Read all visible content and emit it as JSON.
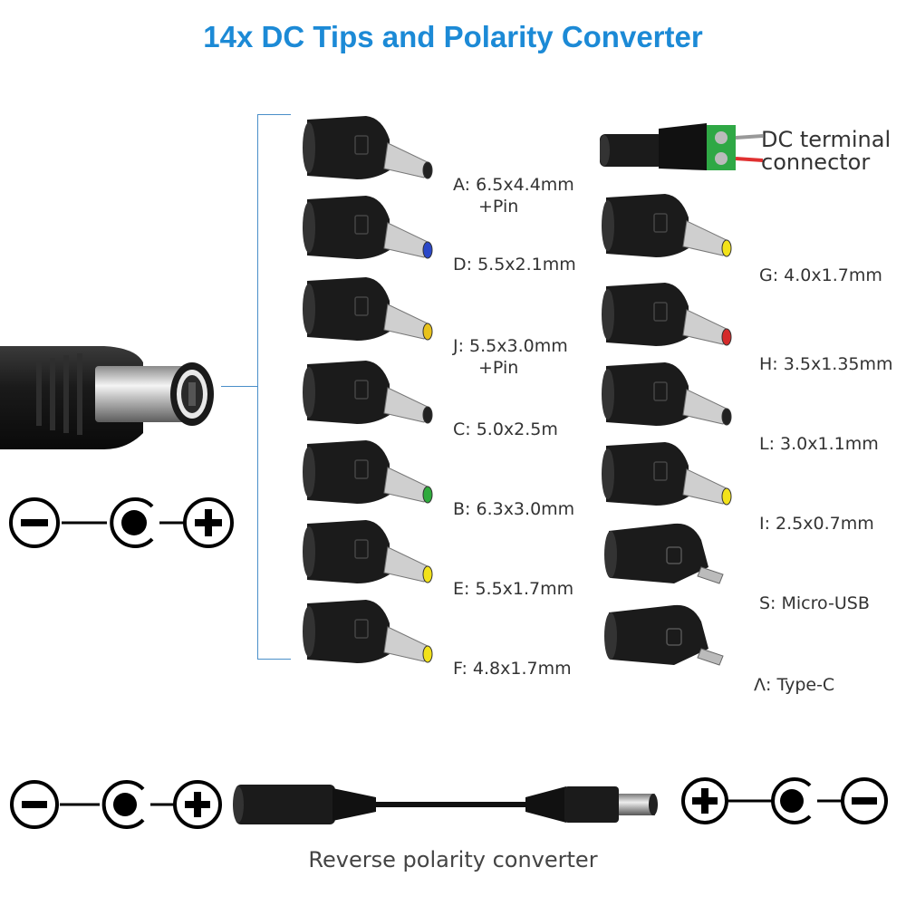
{
  "title": "14x DC Tips and Polarity Converter",
  "colors": {
    "title": "#1c8ad6",
    "bracket": "#4a8fc9"
  },
  "icons": [
    "minus-icon",
    "center-positive-icon",
    "plus-icon",
    "center-negative-icon"
  ],
  "left_tips": [
    {
      "code": "A",
      "label": "A: 6.5x4.4mm",
      "sub": "+Pin",
      "tip_color": "#222222"
    },
    {
      "code": "D",
      "label": "D: 5.5x2.1mm",
      "sub": "",
      "tip_color": "#2a47c8"
    },
    {
      "code": "J",
      "label": "J: 5.5x3.0mm",
      "sub": "+Pin",
      "tip_color": "#e8c21b"
    },
    {
      "code": "C",
      "label": "C: 5.0x2.5m",
      "sub": "",
      "tip_color": "#222222"
    },
    {
      "code": "B",
      "label": "B: 6.3x3.0mm",
      "sub": "",
      "tip_color": "#2faa3c"
    },
    {
      "code": "E",
      "label": "E: 5.5x1.7mm",
      "sub": "",
      "tip_color": "#f2e21a"
    },
    {
      "code": "F",
      "label": "F: 4.8x1.7mm",
      "sub": "",
      "tip_color": "#f2e21a"
    }
  ],
  "right_tips": [
    {
      "code": "G",
      "label": "G: 4.0x1.7mm",
      "tip_color": "#f2e21a"
    },
    {
      "code": "H",
      "label": "H: 3.5x1.35mm",
      "tip_color": "#d42a2a"
    },
    {
      "code": "L",
      "label": "L: 3.0x1.1mm",
      "tip_color": "#222222"
    },
    {
      "code": "I",
      "label": "I: 2.5x0.7mm",
      "tip_color": "#f2e21a"
    },
    {
      "code": "S",
      "label": "S: Micro-USB",
      "tip_color": "#bbbbbb"
    },
    {
      "code": "Λ",
      "label": "Λ: Type-C",
      "tip_color": "#bbbbbb"
    }
  ],
  "terminal": {
    "line1": "DC terminal",
    "line2": "connector"
  },
  "caption": "Reverse polarity converter"
}
